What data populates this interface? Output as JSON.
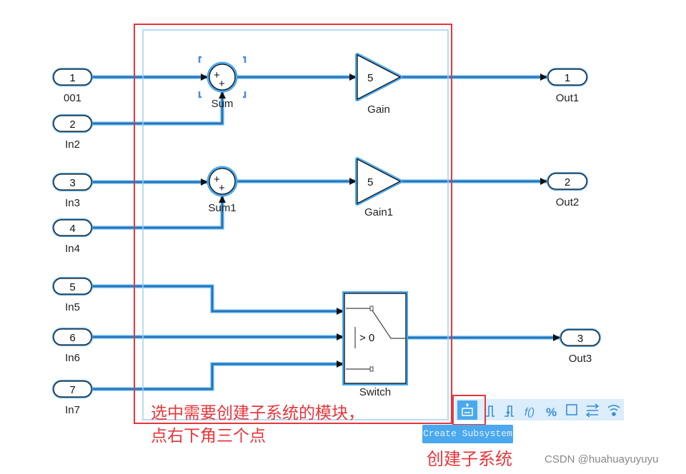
{
  "inports": [
    {
      "num": "1",
      "label": "001"
    },
    {
      "num": "2",
      "label": "In2"
    },
    {
      "num": "3",
      "label": "In3"
    },
    {
      "num": "4",
      "label": "In4"
    },
    {
      "num": "5",
      "label": "In5"
    },
    {
      "num": "6",
      "label": "In6"
    },
    {
      "num": "7",
      "label": "In7"
    }
  ],
  "outports": [
    {
      "num": "1",
      "label": "Out1"
    },
    {
      "num": "2",
      "label": "Out2"
    },
    {
      "num": "3",
      "label": "Out3"
    }
  ],
  "blocks": {
    "sum": "Sum",
    "sum1": "Sum1",
    "gain": "Gain",
    "gain1": "Gain1",
    "gain_value": "5",
    "gain1_value": "5",
    "switch": "Switch",
    "switch_threshold": "> 0",
    "plus": "+"
  },
  "toolbar": {
    "icons": [
      "create-subsystem-icon",
      "step-icon",
      "rising-edge-icon",
      "function-icon",
      "percent-icon",
      "square-icon",
      "arrows-icon",
      "signal-icon"
    ],
    "tooltip": "Create Subsystem",
    "func": "f()",
    "percent": "%"
  },
  "annotations": {
    "line1": "选中需要创建子系统的模块，",
    "line2": "点右下角三个点",
    "create": "创建子系统"
  },
  "watermark": "CSDN @huahuayuyuyu",
  "colors": {
    "signal": "#4aa8ee",
    "annotation": "#e8353a",
    "toolbar_bg": "#dcedfb"
  }
}
